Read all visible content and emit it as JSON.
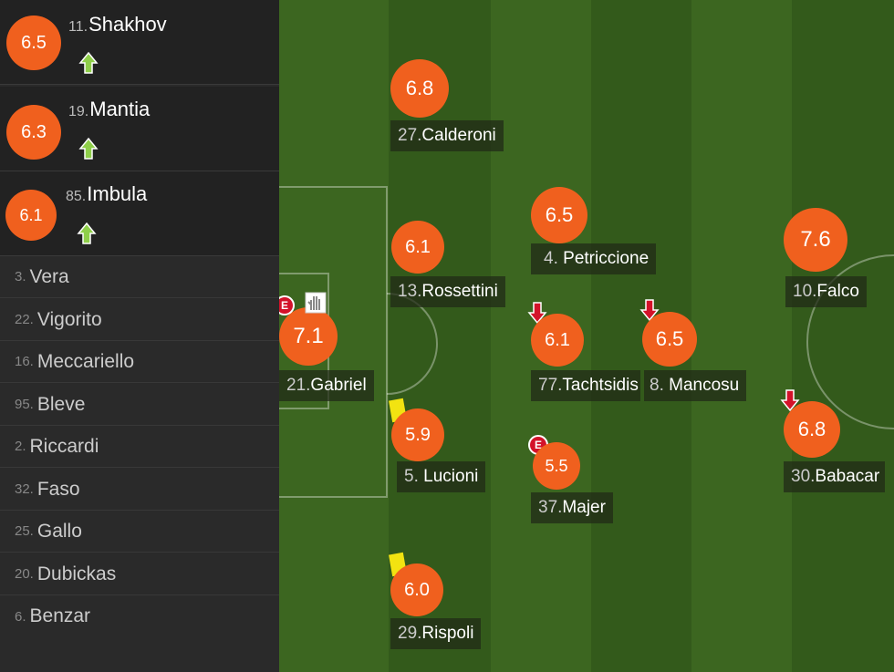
{
  "substitutes_in": [
    {
      "number": "11.",
      "name": "Shakhov",
      "rating": "6.5"
    },
    {
      "number": "19.",
      "name": "Mantia",
      "rating": "6.3"
    },
    {
      "number": "85.",
      "name": "Imbula",
      "rating": "6.1"
    }
  ],
  "bench": [
    {
      "number": "3.",
      "name": "Vera"
    },
    {
      "number": "22.",
      "name": "Vigorito"
    },
    {
      "number": "16.",
      "name": "Meccariello"
    },
    {
      "number": "95.",
      "name": "Bleve"
    },
    {
      "number": "2.",
      "name": "Riccardi"
    },
    {
      "number": "32.",
      "name": "Faso"
    },
    {
      "number": "25.",
      "name": "Gallo"
    },
    {
      "number": "20.",
      "name": "Dubickas"
    },
    {
      "number": "6.",
      "name": "Benzar"
    }
  ],
  "players": {
    "calderoni": {
      "number": "27.",
      "name": "Calderoni",
      "rating": "6.8"
    },
    "rossettini": {
      "number": "13.",
      "name": "Rossettini",
      "rating": "6.1"
    },
    "gabriel": {
      "number": "21.",
      "name": "Gabriel",
      "rating": "7.1",
      "event": "E"
    },
    "lucioni": {
      "number": "5.",
      "name": "Lucioni",
      "rating": "5.9"
    },
    "rispoli": {
      "number": "29.",
      "name": "Rispoli",
      "rating": "6.0"
    },
    "petriccione": {
      "number": "4.",
      "name": "Petriccione",
      "rating": "6.5"
    },
    "tachtsidis": {
      "number": "77.",
      "name": "Tachtsidis",
      "rating": "6.1"
    },
    "mancosu": {
      "number": "8.",
      "name": "Mancosu",
      "rating": "6.5"
    },
    "majer": {
      "number": "37.",
      "name": "Majer",
      "rating": "5.5",
      "event": "E"
    },
    "falco": {
      "number": "10.",
      "name": "Falco",
      "rating": "7.6"
    },
    "babacar": {
      "number": "30.",
      "name": "Babacar",
      "rating": "6.8"
    }
  },
  "colors": {
    "rating": "#f0601e",
    "sub_in_arrow": "#8fcf4a",
    "sub_out_arrow": "#d3122a",
    "yellow_card": "#f2e311",
    "pitch_dark": "#365e1d",
    "pitch_light": "#3f6b22"
  }
}
